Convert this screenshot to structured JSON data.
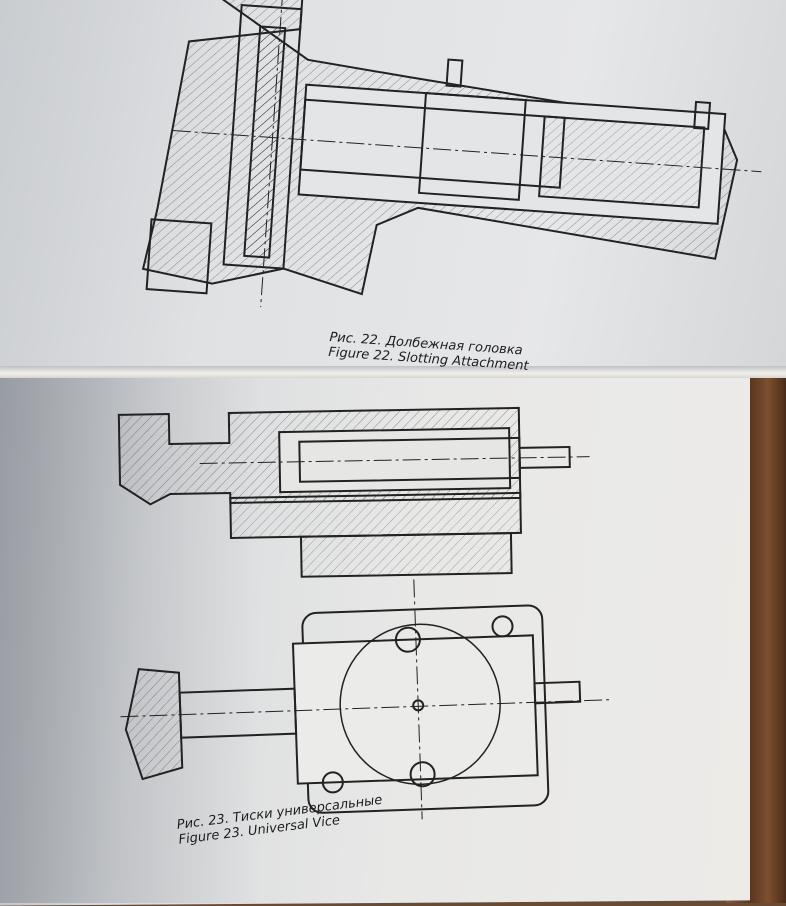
{
  "figure22": {
    "caption_ru": "Рис. 22. Долбежная головка",
    "caption_en": "Figure 22. Slotting Attachment"
  },
  "figure23": {
    "caption_ru": "Рис. 23. Тиски универсальные",
    "caption_en": "Figure 23. Universal Vice"
  }
}
